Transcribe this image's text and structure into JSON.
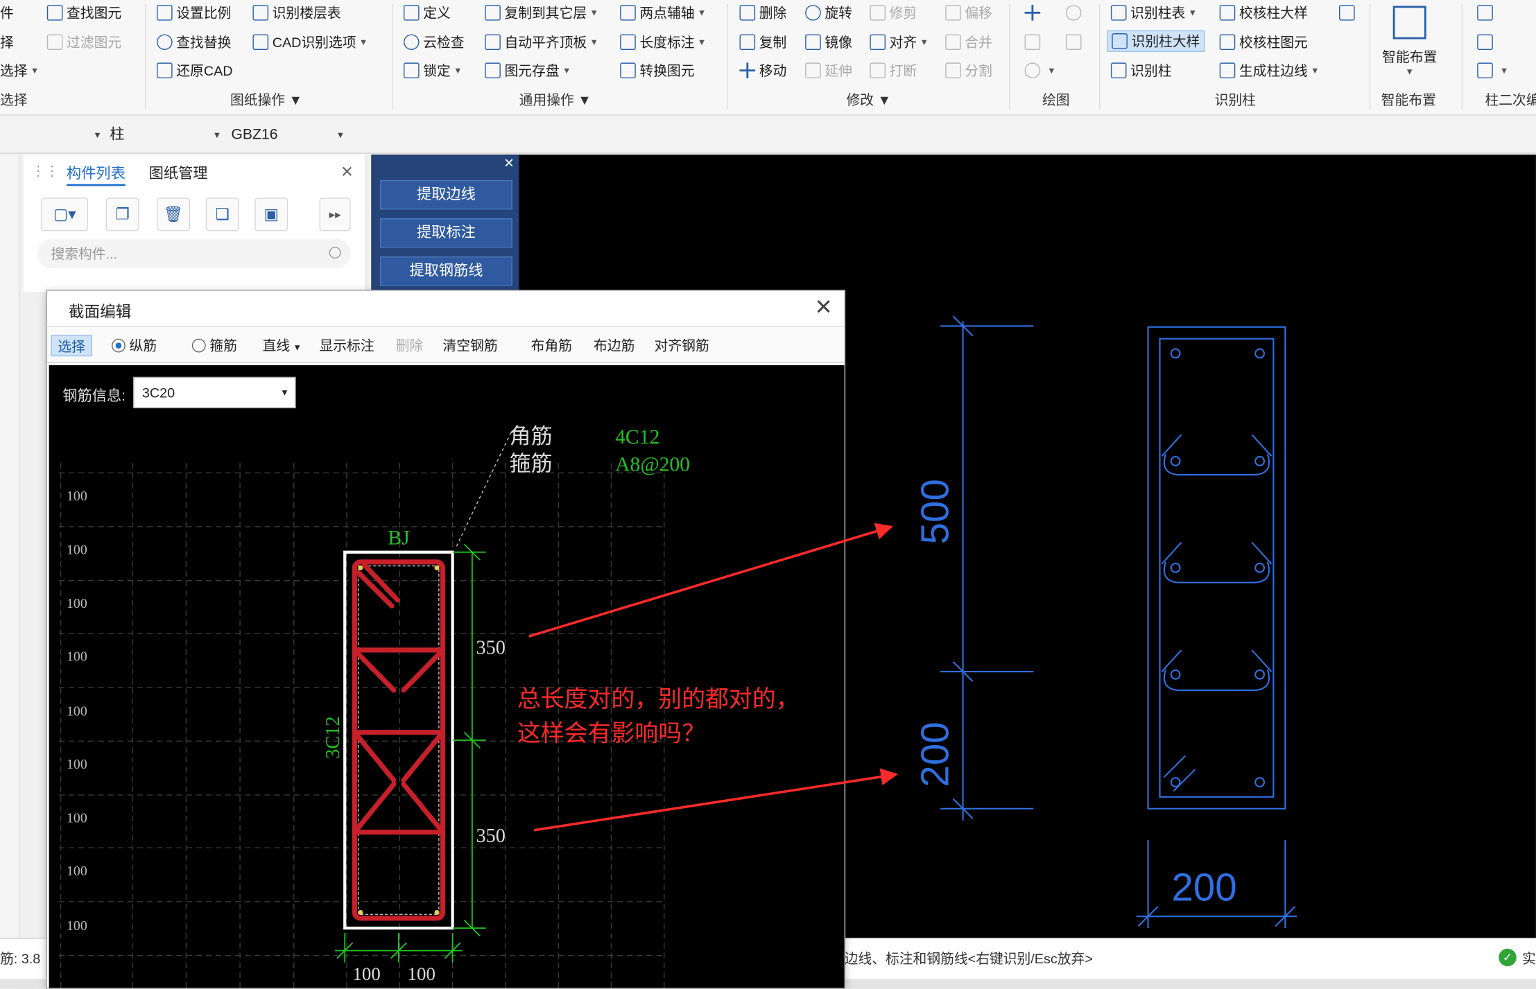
{
  "ribbon": {
    "col1": [
      "件",
      "择",
      "选择",
      "选择"
    ],
    "find_element": "查找图元",
    "filter_element": "过滤图元",
    "set_scale": "设置比例",
    "identify_floor_table": "识别楼层表",
    "find_replace": "查找替换",
    "cad_options": "CAD识别选项",
    "restore_cad": "还原CAD",
    "group_drawing_ops": "图纸操作",
    "define": "定义",
    "copy_to_other_floor": "复制到其它层",
    "two_point_axis": "两点辅轴",
    "cloud_check": "云检查",
    "auto_flush_slab": "自动平齐顶板",
    "length_dim": "长度标注",
    "lock": "锁定",
    "element_save": "图元存盘",
    "convert_element": "转换图元",
    "group_common_ops": "通用操作",
    "delete": "删除",
    "rotate": "旋转",
    "trim": "修剪",
    "offset": "偏移",
    "copy": "复制",
    "mirror": "镜像",
    "align": "对齐",
    "merge": "合并",
    "move": "移动",
    "extend": "延伸",
    "break": "打断",
    "split": "分割",
    "group_modify": "修改",
    "group_draw": "绘图",
    "identify_col_table": "识别柱表",
    "check_col_detail": "校核柱大样",
    "identify_col_detail": "识别柱大样",
    "check_col_element": "校核柱图元",
    "identify_col": "识别柱",
    "gen_col_edge": "生成柱边线",
    "group_identify_col": "识别柱",
    "smart_layout": "智能布置",
    "group_smart_layout": "智能布置",
    "group_col_second": "柱二次编"
  },
  "selector": {
    "first": "",
    "second": "柱",
    "third": "GBZ16"
  },
  "left_panel": {
    "tab_component_list": "构件列表",
    "tab_drawing_mgmt": "图纸管理",
    "search_placeholder": "搜索构件..."
  },
  "blue_panel": {
    "extract_edge": "提取边线",
    "extract_dim": "提取标注",
    "extract_rebar_line": "提取钢筋线"
  },
  "dialog": {
    "title": "截面编辑",
    "tools": {
      "select": "选择",
      "longitudinal": "纵筋",
      "stirrup": "箍筋",
      "line": "直线",
      "show_dim": "显示标注",
      "delete": "删除",
      "clear_rebar": "清空钢筋",
      "corner_rebar": "布角筋",
      "edge_rebar": "布边筋",
      "align_rebar": "对齐钢筋"
    },
    "rebar_info_label": "钢筋信息:",
    "rebar_info_value": "3C20",
    "drawing": {
      "corner_label": "角筋",
      "stirrup_label": "箍筋",
      "corner_value": "4C12",
      "stirrup_value": "A8@200",
      "bj": "BJ",
      "side_rebar": "3C12",
      "dim_top": "350",
      "dim_bottom": "350",
      "dim_w1": "100",
      "dim_w2": "100",
      "grid_labels": [
        "100",
        "100",
        "100",
        "100",
        "100",
        "100",
        "100",
        "100",
        "100"
      ],
      "question_line1": "总长度对的，别的都对的，",
      "question_line2": "这样会有影响吗？"
    }
  },
  "cad": {
    "dim_500": "500",
    "dim_200_v": "200",
    "dim_200_h": "200"
  },
  "status": {
    "left_text": "筋:  3.8",
    "hint": "边线、标注和钢筋线<右键识别/Esc放弃>",
    "right_text": "实"
  },
  "colors": {
    "cad_blue": "#2f6fe0",
    "rebar_red": "#c8202a",
    "dim_green": "#22c322",
    "annotation_red": "#ff2a2a",
    "panel_blue": "#25457a"
  }
}
